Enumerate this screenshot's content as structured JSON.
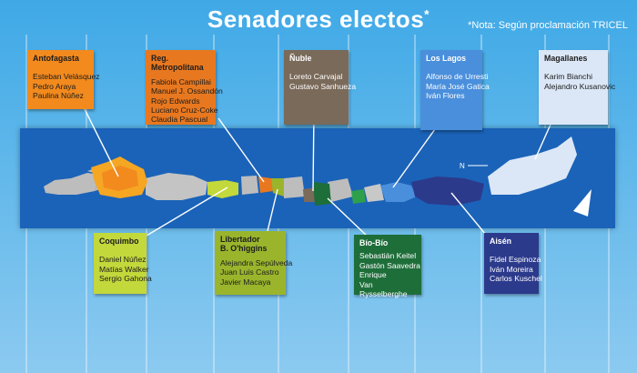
{
  "title": "Senadores electos",
  "title_mark": "*",
  "note": "*Nota: Según proclamación TRICEL",
  "north_label": "N",
  "colors": {
    "antofagasta": "#f28a1e",
    "metropolitana": "#e8781f",
    "nuble": "#7a6a5a",
    "los_lagos": "#4a8fdc",
    "magallanes": "#dbe7f6",
    "coquimbo": "#c3d83b",
    "ohiggins": "#9ab52c",
    "biobio": "#1e6e3a",
    "aisen": "#2c3a8c",
    "map_band": "#1b63b8"
  },
  "regions_top": [
    {
      "key": "antofagasta",
      "name": "Antofagasta",
      "senators": [
        "Esteban Velásquez",
        "Pedro Araya",
        "Paulina Núñez"
      ]
    },
    {
      "key": "metropolitana",
      "name": "Reg.\nMetropolitana",
      "senators": [
        "Fabiola Campillai",
        "Manuel J. Ossandón",
        "Rojo Edwards",
        "Luciano Cruz-Coke",
        "Claudia Pascual"
      ]
    },
    {
      "key": "nuble",
      "name": "Ñuble",
      "senators": [
        "Loreto Carvajal",
        "Gustavo Sanhueza"
      ]
    },
    {
      "key": "los_lagos",
      "name": "Los Lagos",
      "senators": [
        "Alfonso de Urresti",
        "María José Gatica",
        "Iván Flores"
      ]
    },
    {
      "key": "magallanes",
      "name": "Magallanes",
      "senators": [
        "Karim Bianchi",
        "Alejandro Kusanovic"
      ]
    }
  ],
  "regions_bottom": [
    {
      "key": "coquimbo",
      "name": "Coquimbo",
      "senators": [
        "Daniel Núñez",
        "Matías Walker",
        "Sergio Gahona"
      ]
    },
    {
      "key": "ohiggins",
      "name": "Libertador\nB. O'higgins",
      "senators": [
        "Alejandra Sepúlveda",
        "Juan Luis Castro",
        "Javier Macaya"
      ]
    },
    {
      "key": "biobio",
      "name": "Bío-Bío",
      "senators": [
        "Sebastián Keitel",
        "Gastón Saavedra",
        "Enrique\nVan Rysselberghe"
      ]
    },
    {
      "key": "aisen",
      "name": "Aisén",
      "senators": [
        "Fidel Espinoza",
        "Iván Moreira",
        "Carlos Kuschel"
      ]
    }
  ]
}
